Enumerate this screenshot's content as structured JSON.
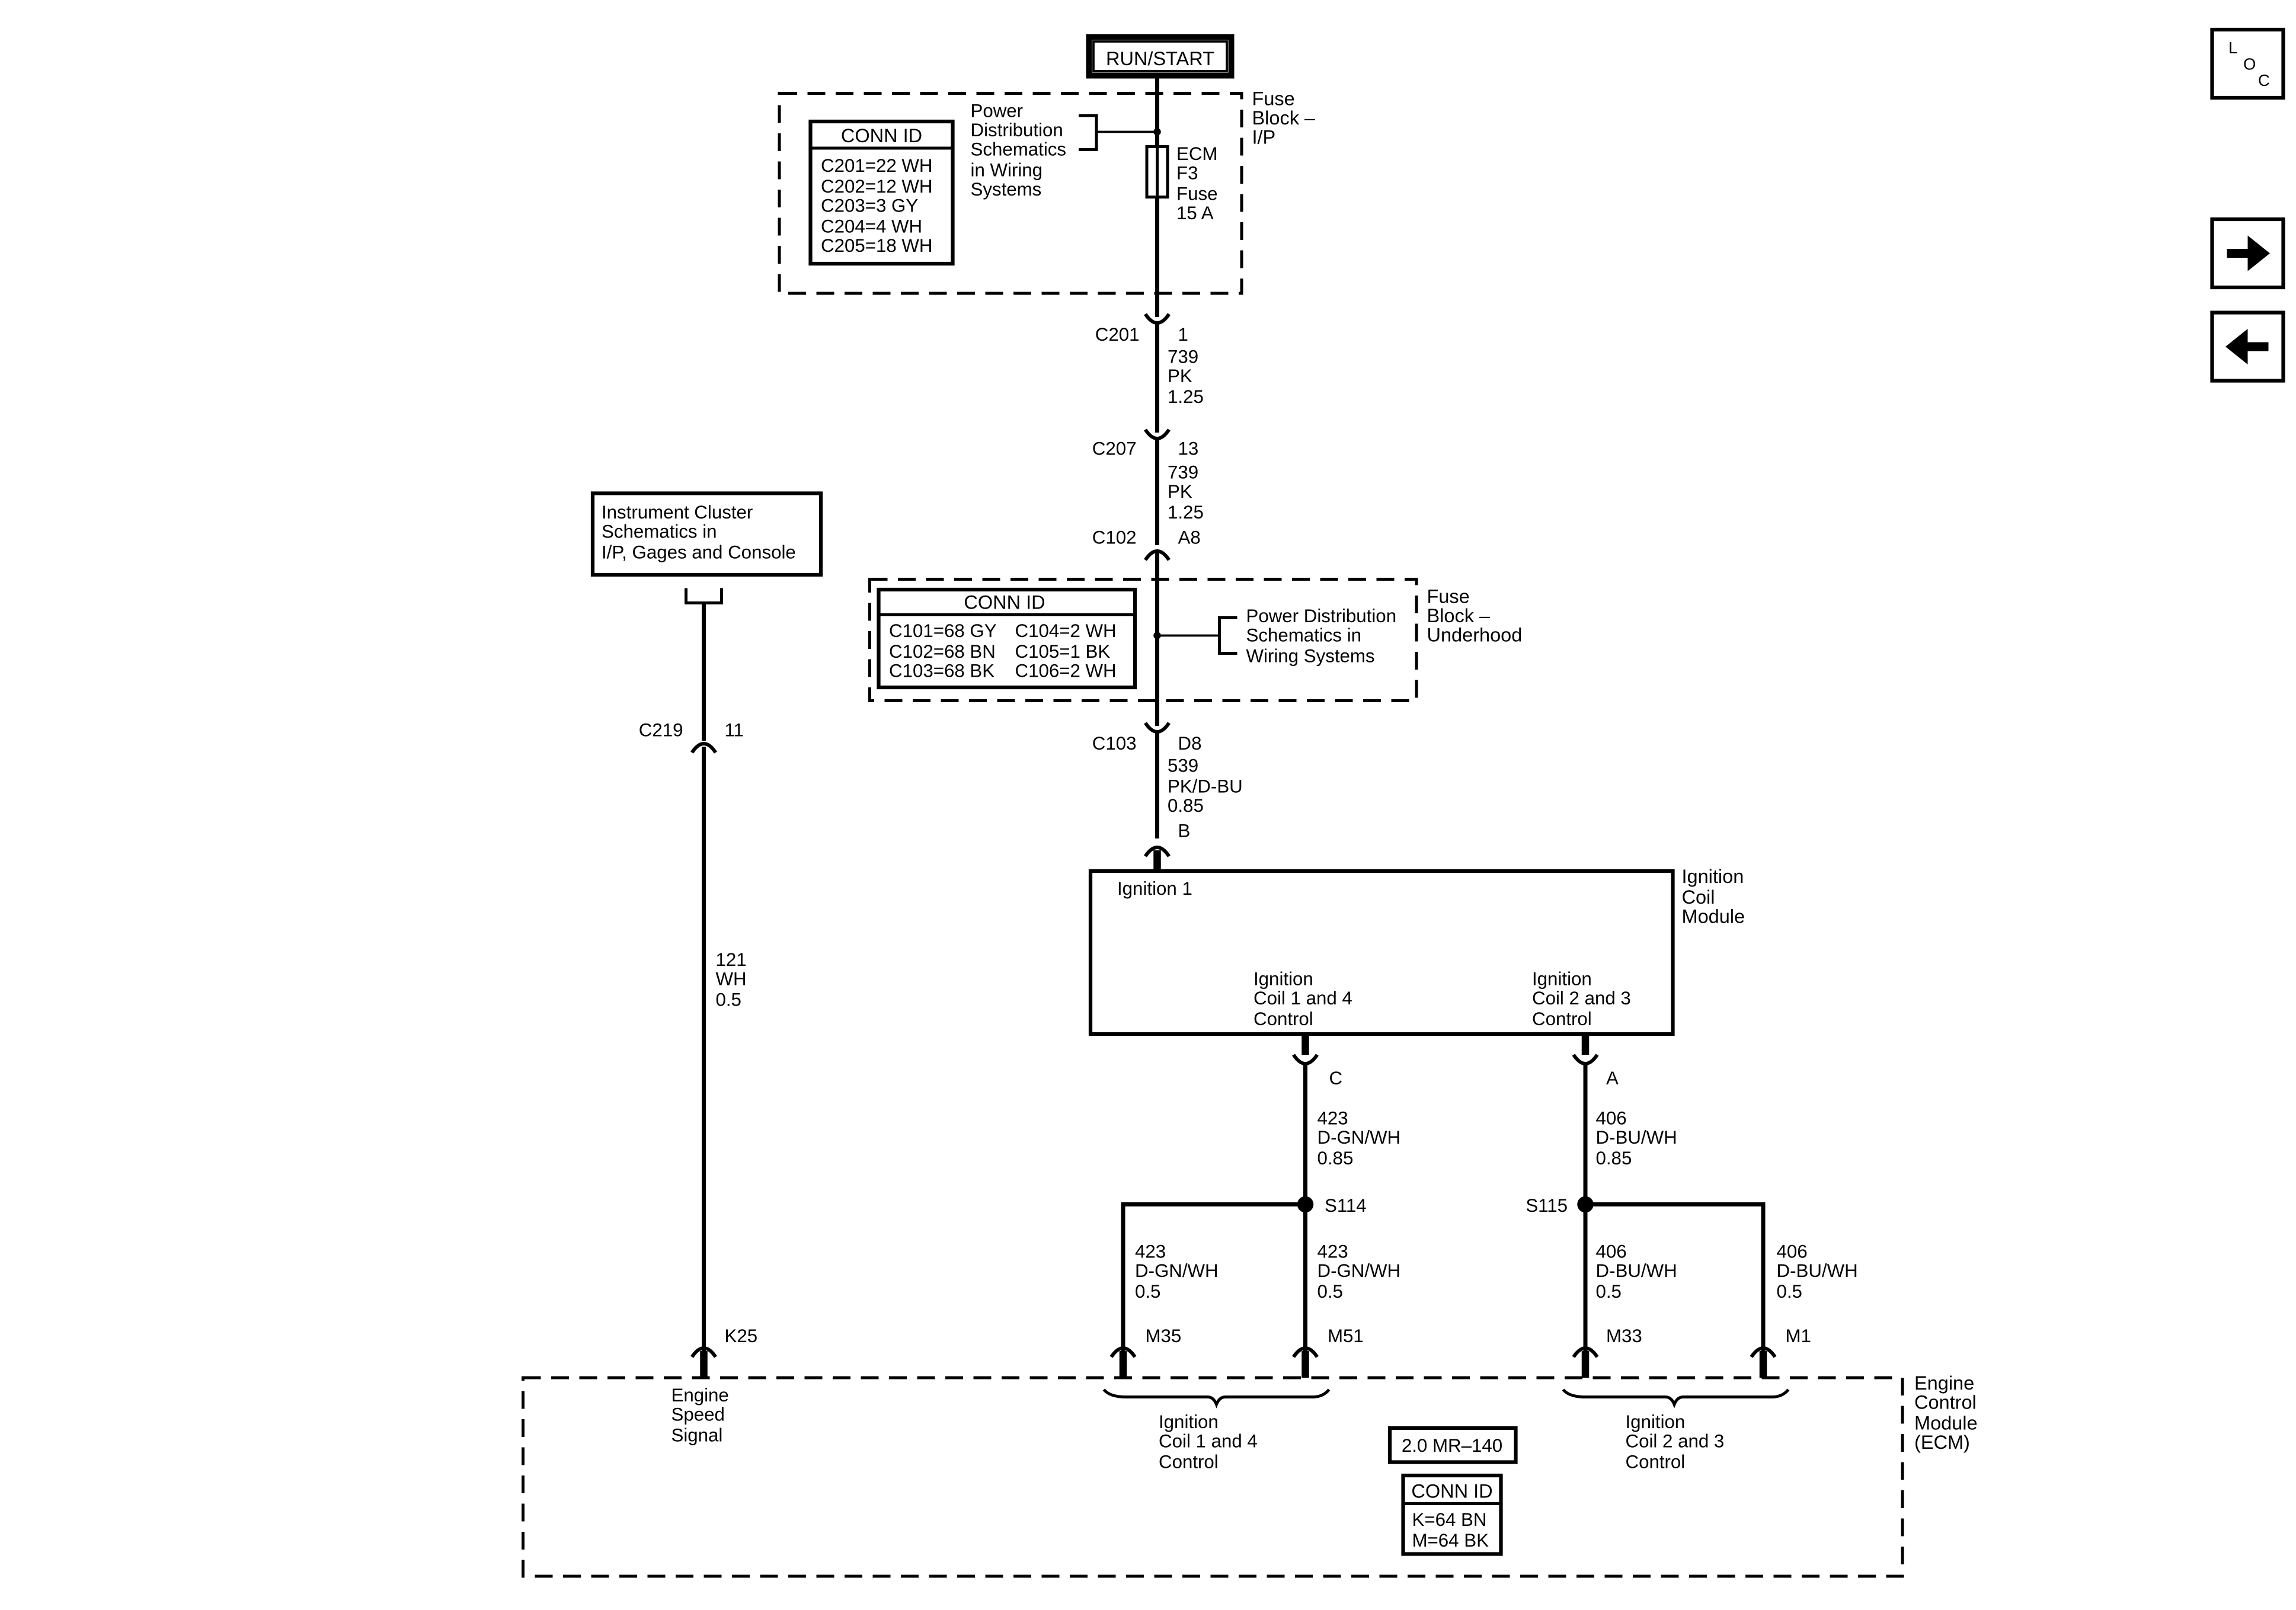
{
  "power_source": "RUN/START",
  "fuse_block_ip": {
    "label": [
      "Fuse",
      "Block –",
      "I/P"
    ],
    "conn_id_title": "CONN ID",
    "conn_ids": [
      "C201=22 WH",
      "C202=12 WH",
      "C203=3 GY",
      "C204=4 WH",
      "C205=18 WH"
    ],
    "ref": [
      "Power",
      "Distribution",
      "Schematics",
      "in Wiring",
      "Systems"
    ],
    "fuse": [
      "ECM",
      "F3",
      "Fuse",
      "15 A"
    ]
  },
  "c201": {
    "conn": "C201",
    "pin": "1",
    "circuit": "739",
    "color": "PK",
    "gauge": "1.25"
  },
  "c207": {
    "conn": "C207",
    "pin": "13",
    "circuit": "739",
    "color": "PK",
    "gauge": "1.25"
  },
  "c102": {
    "conn": "C102",
    "pin": "A8"
  },
  "fuse_block_underhood": {
    "label": [
      "Fuse",
      "Block –",
      "Underhood"
    ],
    "conn_id_title": "CONN ID",
    "conn_ids": [
      [
        "C101=68 GY",
        "C104=2 WH"
      ],
      [
        "C102=68 BN",
        "C105=1 BK"
      ],
      [
        "C103=68 BK",
        "C106=2 WH"
      ]
    ],
    "ref": [
      "Power Distribution",
      "Schematics in",
      "Wiring Systems"
    ]
  },
  "c103": {
    "conn": "C103",
    "pin": "D8",
    "circuit": "539",
    "color": "PK/D-BU",
    "gauge": "0.85",
    "end_pin": "B"
  },
  "instrument_cluster": [
    "Instrument Cluster",
    "Schematics in",
    "I/P, Gages and Console"
  ],
  "c219": {
    "conn": "C219",
    "pin": "11",
    "circuit": "121",
    "color": "WH",
    "gauge": "0.5"
  },
  "ignition_coil_module": {
    "label": [
      "Ignition",
      "Coil",
      "Module"
    ],
    "input": "Ignition 1",
    "out1": [
      "Ignition",
      "Coil 1 and 4",
      "Control"
    ],
    "out2": [
      "Ignition",
      "Coil 2 and 3",
      "Control"
    ]
  },
  "pin_c": {
    "pin": "C",
    "circuit": "423",
    "color": "D-GN/WH",
    "gauge": "0.85"
  },
  "pin_a": {
    "pin": "A",
    "circuit": "406",
    "color": "D-BU/WH",
    "gauge": "0.85"
  },
  "s114": {
    "splice": "S114"
  },
  "s115": {
    "splice": "S115"
  },
  "branch_m35": {
    "circuit": "423",
    "color": "D-GN/WH",
    "gauge": "0.5",
    "pin": "M35"
  },
  "branch_m51": {
    "circuit": "423",
    "color": "D-GN/WH",
    "gauge": "0.5",
    "pin": "M51"
  },
  "branch_m33": {
    "circuit": "406",
    "color": "D-BU/WH",
    "gauge": "0.5",
    "pin": "M33"
  },
  "branch_m1": {
    "circuit": "406",
    "color": "D-BU/WH",
    "gauge": "0.5",
    "pin": "M1"
  },
  "ecm": {
    "label": [
      "Engine",
      "Control",
      "Module",
      "(ECM)"
    ],
    "k25_pin": "K25",
    "speed_signal": [
      "Engine",
      "Speed",
      "Signal"
    ],
    "coil14": [
      "Ignition",
      "Coil 1 and 4",
      "Control"
    ],
    "coil23": [
      "Ignition",
      "Coil 2 and 3",
      "Control"
    ],
    "engine": "2.0 MR–140",
    "conn_id_title": "CONN ID",
    "conn_ids": [
      "K=64 BN",
      "M=64 BK"
    ]
  },
  "nav": {
    "loc": [
      "L",
      "O",
      "C"
    ],
    "forward_icon": "arrow-right",
    "back_icon": "arrow-left"
  }
}
